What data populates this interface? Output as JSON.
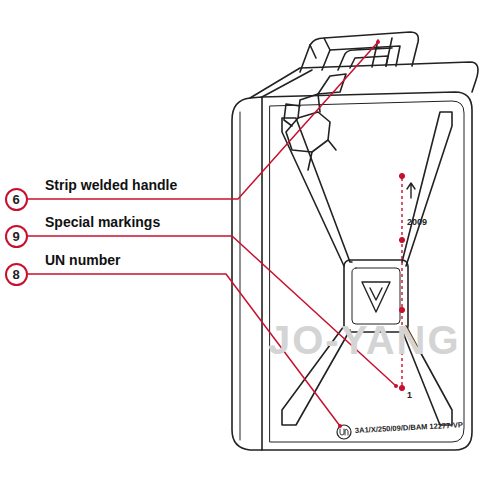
{
  "diagram": {
    "nodes": [
      {
        "text": [
          "6"
        ]
      },
      {
        "text": [
          "9"
        ]
      },
      {
        "text": [
          "8"
        ]
      }
    ],
    "labels": [
      "Strip welded handle",
      "Special markings",
      "UN number",
      "2009",
      "1",
      "3A1/X/250/09/D/BAM 12277-VP",
      "JO-YANG"
    ]
  }
}
